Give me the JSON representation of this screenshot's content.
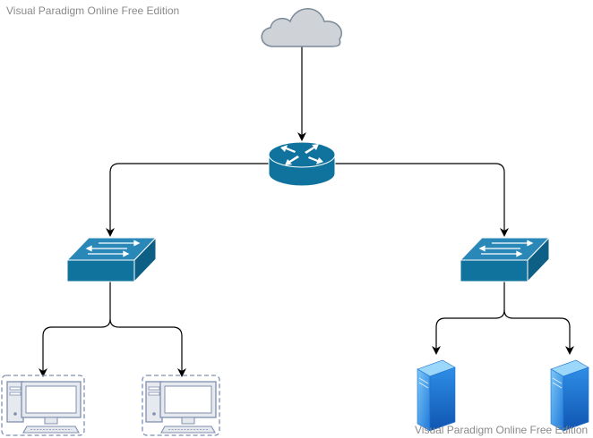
{
  "watermarks": {
    "top": "Visual Paradigm Online Free Edition",
    "bottom": "Visual Paradigm Online Free Edition"
  },
  "nodes": {
    "cloud": {
      "icon": "cloud-icon"
    },
    "router": {
      "icon": "router-icon"
    },
    "switch_left": {
      "icon": "switch-icon"
    },
    "switch_right": {
      "icon": "switch-icon"
    },
    "workstation_1": {
      "icon": "workstation-icon"
    },
    "workstation_2": {
      "icon": "workstation-icon"
    },
    "server_1": {
      "icon": "server-icon"
    },
    "server_2": {
      "icon": "server-icon"
    }
  },
  "edges": [
    {
      "from": "cloud",
      "to": "router"
    },
    {
      "from": "router",
      "to": "switch_left"
    },
    {
      "from": "router",
      "to": "switch_right"
    },
    {
      "from": "switch_left",
      "to": "workstation_1"
    },
    {
      "from": "switch_left",
      "to": "workstation_2"
    },
    {
      "from": "switch_right",
      "to": "server_1"
    },
    {
      "from": "switch_right",
      "to": "server_2"
    }
  ],
  "colors": {
    "device_blue": "#10739e",
    "device_top": "#2a88b8",
    "cloud_fill": "#cfd3d8",
    "cloud_stroke": "#7b8a99",
    "connector": "#000000",
    "server_light": "#5fb8f0",
    "server_dark": "#1a6fd0",
    "pc_frame": "#7f8fb0"
  }
}
